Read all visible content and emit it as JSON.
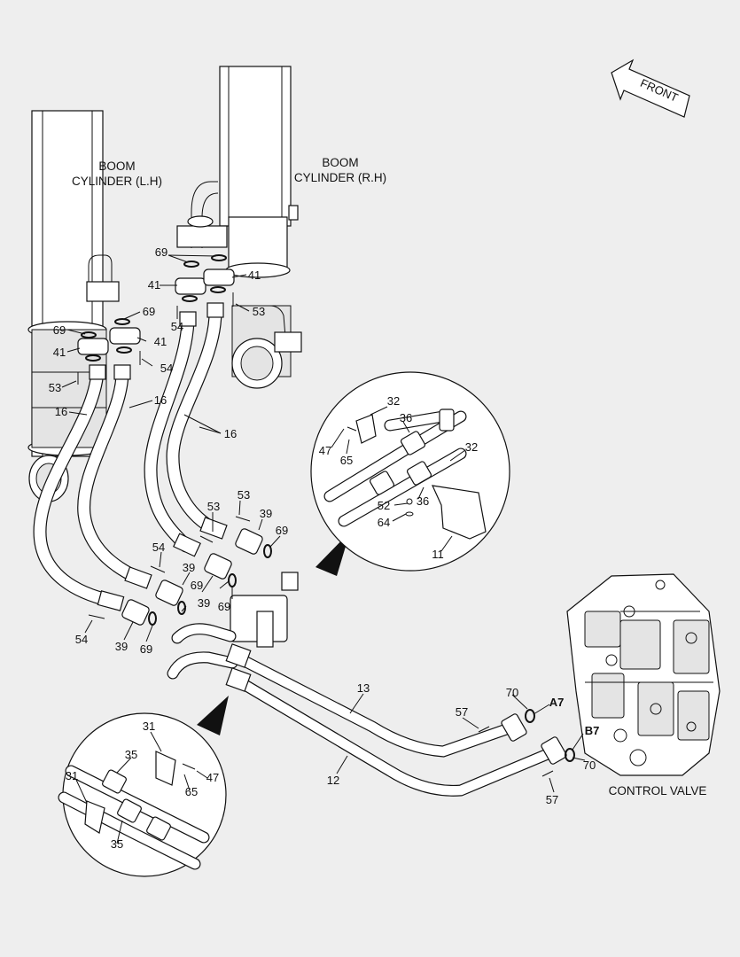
{
  "cylinders": {
    "left": {
      "line1": "BOOM",
      "line2": "CYLINDER (L.H)"
    },
    "right": {
      "line1": "BOOM",
      "line2": "CYLINDER (R.H)"
    }
  },
  "front_label": "FRONT",
  "control_valve": {
    "label": "CONTROL VALVE",
    "port_a": "A7",
    "port_b": "B7"
  },
  "callouts": {
    "c69_top": "69",
    "c41_top_l": "41",
    "c41_top_r": "41",
    "c54_top": "54",
    "c53_top": "53",
    "c69_mid_r": "69",
    "c69_mid_l": "69",
    "c41_mid_r": "41",
    "c41_mid_l": "41",
    "c54_mid": "54",
    "c53_mid": "53",
    "c16_a": "16",
    "c16_b": "16",
    "c16_c": "16",
    "c53_low": "53",
    "c53_low2": "53",
    "c39_a": "39",
    "c69_a": "69",
    "c54_low": "54",
    "c39_b": "39",
    "c39_c": "39",
    "c69_b": "69",
    "c69_c": "69",
    "c54_bottom": "54",
    "c39_d": "39",
    "c69_d": "69",
    "c13": "13",
    "c12": "12",
    "c57_a": "57",
    "c57_b": "57",
    "c70_a": "70",
    "c70_b": "70"
  },
  "detail_upper": {
    "c32_a": "32",
    "c36_a": "36",
    "c47": "47",
    "c65": "65",
    "c32_b": "32",
    "c52": "52",
    "c36_b": "36",
    "c64": "64",
    "c11": "11"
  },
  "detail_lower": {
    "c31_a": "31",
    "c35_a": "35",
    "c47": "47",
    "c65": "65",
    "c31_b": "31",
    "c35_b": "35"
  }
}
